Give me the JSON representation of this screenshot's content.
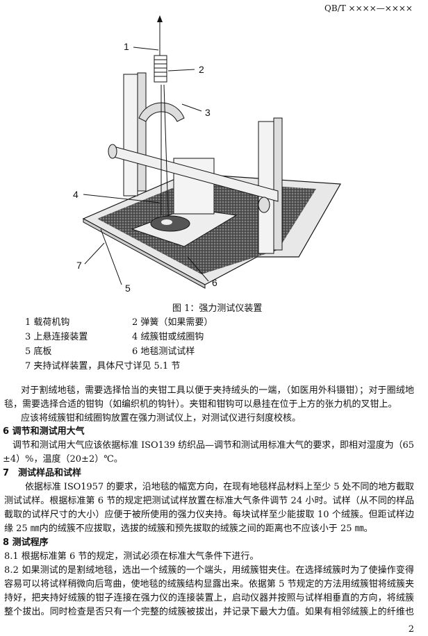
{
  "header": {
    "code": "QB/T ××××—××××"
  },
  "figure": {
    "callouts": [
      "1",
      "2",
      "3",
      "4",
      "5",
      "6",
      "7"
    ],
    "caption": "图 1：强力测试仪装置",
    "legend": [
      [
        "1 载荷机钩",
        "2 弹簧（如果需要）"
      ],
      [
        "3 上悬连接装置",
        "4 绒簇钳或绒圈钩"
      ],
      [
        "5 底板",
        "6 地毯测试试样"
      ],
      [
        "7 夹持试样装置，具体尺寸详见 5.1 节"
      ]
    ]
  },
  "para1": [
    "对于割绒地毯，需要选择恰当的夹钳工具以便于夹持绒头的一端，（如医用外科镊钳）；对于圈绒地",
    "毯，需要选择合适的钳钩（如编织机的钩针）。夹钳和钳钩可以悬挂在位于上方的张力机的叉钳上。"
  ],
  "para2": "应该将绒簇钳和绒圈钩放置在强力测试仪上，对测试仪进行刻度校核。",
  "sec6": {
    "heading": "6 调节和测试用大气",
    "lines": [
      "调节和测试用大气应该依据标准 ISO139 纺织品—调节和测试用标准大气的要求，即相对湿度为（65",
      "±4）%，温度（20±2）℃。"
    ]
  },
  "sec7": {
    "heading": "7　测试样品和试样",
    "lines": [
      "依据标准 ISO1957 的要求，沿地毯的幅宽方向，在现有地毯样品材料上至少 5 处不同的地方截取",
      "测试试样。根据标准第 6 节的规定把测试试样放置在标准大气条件调节 24 小时。试样（从不同的样品",
      "截取的试样尺寸的大小）应便于被所使用的强力仪夹持。每块试样至少能拔取 10 个绒簇。但距试样边",
      "缘 25 ㎜内的绒簇不应拔取，选拔的绒簇和预先拔取的绒簇之间的距离也不应该小于 25 ㎜。"
    ]
  },
  "sec8": {
    "heading": "8 测试程序",
    "lines": [
      "8.1 根据标准第 6 节的规定，测试必须在标准大气条件下进行。",
      "8.2 如果测试的是割绒地毯，选出一个绒簇的一个端头，用绒簇钳夹住。在选择绒簇时为了使操作变得",
      "容易可以将试样稍微向后弯曲，使地毯的绒簇结构显露出来。依据第 5 节规定的方法用绒簇钳将绒簇夹",
      "持好，把夹持好绒簇的钳子连接在强力仪的连接装置上，启动仪器并按照与试样相垂直的方向，将绒簇",
      "整个拔出。同时检查是否只有一个完整的绒簇被拔出，并记录下最大力值。如果有相邻绒簇上的纤维也"
    ]
  },
  "page_number": "2"
}
